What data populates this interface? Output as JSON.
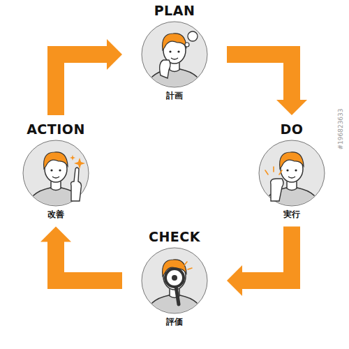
{
  "diagram": {
    "nodes": [
      {
        "text": [
          "PLAN",
          "計画"
        ]
      },
      {
        "text": [
          "DO",
          "実行"
        ]
      },
      {
        "text": [
          "CHECK",
          "評価"
        ]
      },
      {
        "text": [
          "ACTION",
          "改善"
        ]
      }
    ],
    "edges": [
      {
        "from": 0,
        "to": 1,
        "arrow": "to"
      },
      {
        "from": 1,
        "to": 2,
        "arrow": "to"
      },
      {
        "from": 2,
        "to": 3,
        "arrow": "to"
      },
      {
        "from": 3,
        "to": 0,
        "arrow": "to"
      }
    ],
    "labels": [
      "#196823633"
    ]
  }
}
